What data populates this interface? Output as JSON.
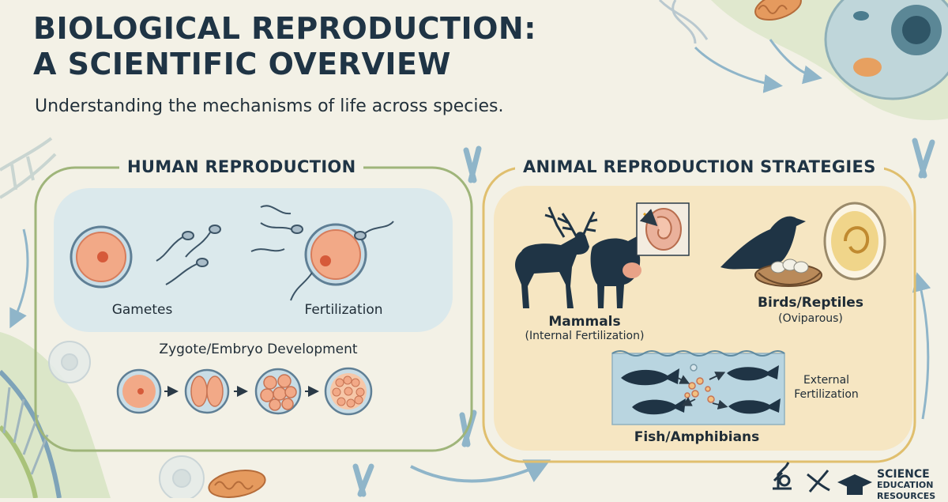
{
  "header": {
    "title_line1": "BIOLOGICAL REPRODUCTION:",
    "title_line2": "A SCIENTIFIC OVERVIEW",
    "subtitle": "Understanding the mechanisms of life across species."
  },
  "human_panel": {
    "title": "HUMAN REPRODUCTION",
    "gametes_label": "Gametes",
    "fertilization_label": "Fertilization",
    "development_label": "Zygote/Embryo Development"
  },
  "animal_panel": {
    "title": "ANIMAL REPRODUCTION STRATEGIES",
    "mammals_label": "Mammals",
    "mammals_sub": "(Internal Fertilization)",
    "birds_label": "Birds/Reptiles",
    "birds_sub": "(Oviparous)",
    "external_line1": "External",
    "external_line2": "Fertilization",
    "fish_label": "Fish/Amphibians"
  },
  "branding": {
    "line1": "SCIENCE",
    "line2": "EDUCATION",
    "line3": "RESOURCES"
  },
  "colors": {
    "background": "#f3f1e6",
    "human_panel_border": "#9fb57a",
    "human_panel_fill": "#dbe9ec",
    "animal_panel_border": "#e0bf6e",
    "animal_panel_fill": "#f6e6c2",
    "cell_fill": "#f2a987",
    "silhouette": "#1f3445",
    "water": "#b9d5e0"
  }
}
